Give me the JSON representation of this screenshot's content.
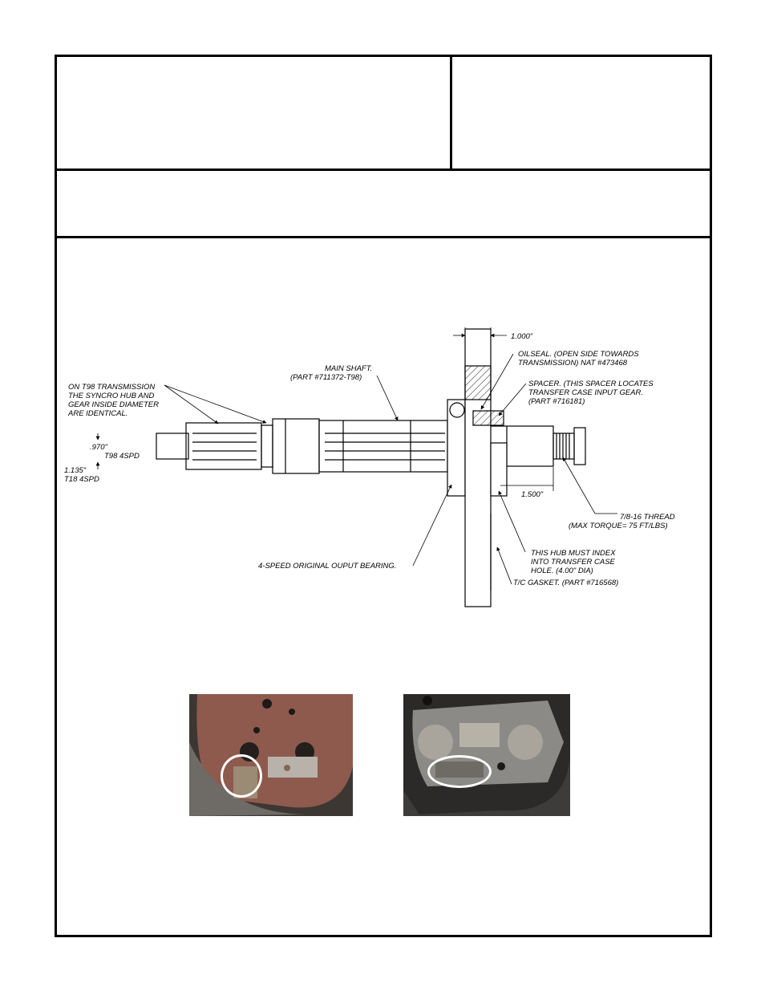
{
  "header": {
    "title_left": "",
    "title_right": "",
    "subtitle": ""
  },
  "diagram": {
    "labels": {
      "syncro_note_1": "ON T98 TRANSMISSION",
      "syncro_note_2": "THE SYNCRO HUB AND",
      "syncro_note_3": "GEAR INSIDE DIAMETER",
      "syncro_note_4": "ARE IDENTICAL.",
      "main_shaft_1": "MAIN SHAFT.",
      "main_shaft_2": "(PART #711372-T98)",
      "dim_1000": "1.000\"",
      "oilseal_1": "OILSEAL. (OPEN SIDE TOWARDS",
      "oilseal_2": "TRANSMISSION) NAT #473468",
      "spacer_1": "SPACER. (THIS SPACER LOCATES",
      "spacer_2": "TRANSFER CASE INPUT GEAR.",
      "spacer_3": "(PART #716181)",
      "dim_970": ".970\"",
      "t98": "T98 4SPD",
      "dim_1135": "1.135\"",
      "t18": "T18 4SPD",
      "dim_1500": "1.500\"",
      "thread_1": "7/8-16 THREAD",
      "thread_2": "(MAX TORQUE= 75 FT/LBS)",
      "hub_1": "THIS HUB MUST INDEX",
      "hub_2": "INTO TRANSFER CASE",
      "hub_3": "HOLE. (4.00\" DIA)",
      "bearing": "4-SPEED ORIGINAL OUPUT BEARING.",
      "gasket": "T/C GASKET. (PART #716568)"
    }
  },
  "colors": {
    "photo1_base": "#8e5a4e",
    "photo2_base": "#6c6a64",
    "highlight": "#ffffff"
  }
}
